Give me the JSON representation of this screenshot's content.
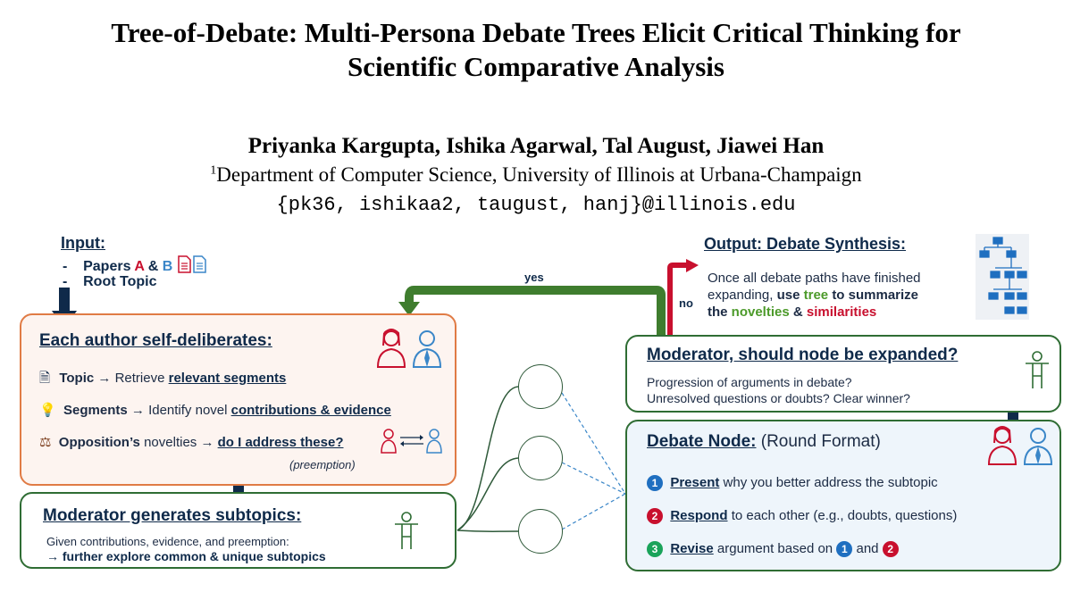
{
  "paper": {
    "title_line1": "Tree-of-Debate: Multi-Persona Debate Trees Elicit Critical Thinking for",
    "title_line2": "Scientific Comparative Analysis",
    "authors": "Priyanka Kargupta, Ishika Agarwal, Tal August, Jiawei Han",
    "affil_sup": "1",
    "affiliation": "Department of Computer Science, University of Illinois at Urbana-Champaign",
    "emails": "{pk36, ishikaa2, taugust, hanj}@illinois.edu"
  },
  "figure": {
    "input": {
      "heading": "Input:",
      "item1_dash": "-",
      "item1_pre": "Papers",
      "item1_a": "A",
      "item1_amp": "&",
      "item1_b": "B",
      "item2_dash": "-",
      "item2": "Root Topic"
    },
    "author_box": {
      "heading": "Each author self-deliberates:",
      "row1_a": "Topic",
      "row1_arrow": "→ Retrieve",
      "row1_b": "relevant segments",
      "row2_a": "Segments",
      "row2_arrow": "→ Identify novel",
      "row2_b": "contributions & evidence",
      "row3_a": "Opposition’s",
      "row3_mid": "novelties →",
      "row3_b": "do I address these?",
      "row3_note": "(preemption)"
    },
    "subtopic_box": {
      "heading": "Moderator generates subtopics:",
      "line1": "Given contributions, evidence, and preemption:",
      "line2": "→ further explore common & unique subtopics"
    },
    "loop": {
      "yes_label": "yes",
      "no_label": "no"
    },
    "output": {
      "heading": "Output: Debate Synthesis:",
      "line1": "Once all debate paths have finished",
      "line2_a": "expanding,",
      "line2_b": "use",
      "line2_c": "tree",
      "line2_d": "to summarize",
      "line3_a": "the",
      "line3_b": "novelties",
      "line3_c": "&",
      "line3_d": "similarities"
    },
    "moderator_box": {
      "heading": "Moderator, should node be expanded?",
      "line1": "Progression of arguments in debate?",
      "line2": "Unresolved questions or doubts? Clear winner?"
    },
    "node_box": {
      "heading": "Debate Node:",
      "heading_suffix": "(Round Format)",
      "step1_num": "1",
      "step1_a": "Present",
      "step1_b": "why you better address the subtopic",
      "step2_num": "2",
      "step2_a": "Respond",
      "step2_b": "to each other (e.g., doubts, questions)",
      "step3_num": "3",
      "step3_a": "Revise",
      "step3_b": "argument based on",
      "step3_ref1": "1",
      "step3_and": "and",
      "step3_ref2": "2"
    },
    "colors": {
      "navy": "#0f2a4a",
      "orange_border": "#e07b45",
      "green_border": "#2f6d34",
      "arrow_green": "#3f7d2e",
      "arrow_red": "#c8102e",
      "paper_a": "#c8102e",
      "paper_b": "#3a86c8"
    }
  }
}
